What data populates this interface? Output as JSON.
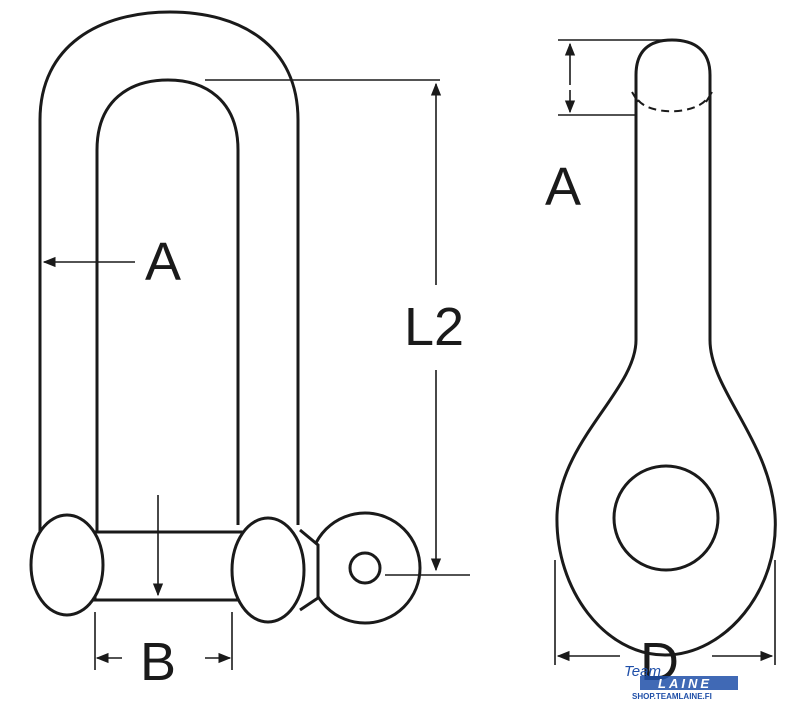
{
  "labels": {
    "shackle_width": "A",
    "inside_length": "L2",
    "pin_diameter": "B",
    "side_width": "A",
    "eye_diameter": "D"
  },
  "watermark": {
    "line1": "Team",
    "line2": "LAINE",
    "url": "SHOP.TEAMLAINE.FI",
    "color": "#1f4fa8"
  },
  "colors": {
    "stroke": "#1a1a1a",
    "fill": "#ffffff"
  }
}
